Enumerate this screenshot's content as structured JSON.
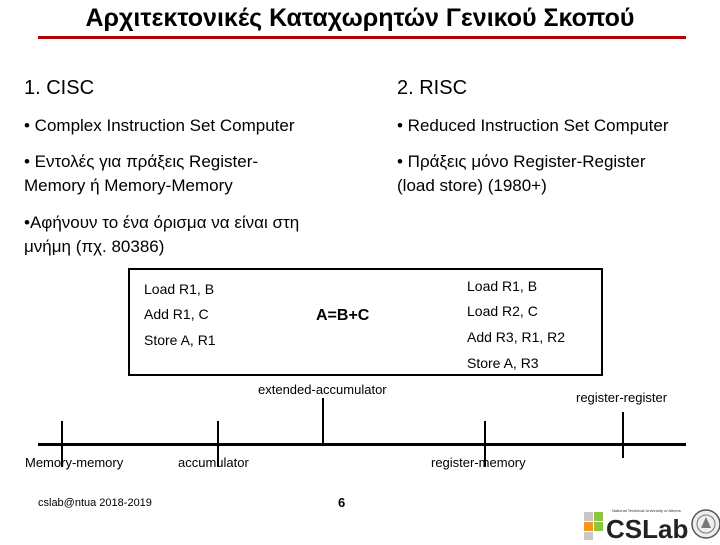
{
  "slide": {
    "title": "Αρχιτεκτονικές Καταχωρητών Γενικού Σκοπού",
    "left": {
      "heading": "1. CISC",
      "bullet1": "• Complex Instruction Set Computer",
      "bullet2_line1": "• Εντολές για πράξεις Register-",
      "bullet2_line2": "Memory ή Memory-Memory",
      "bullet3_line1": "•Αφήνουν το ένα όρισμα να είναι στη",
      "bullet3_line2": "μνήμη (πχ. 80386)"
    },
    "right": {
      "heading": "2. RISC",
      "bullet1": "• Reduced Instruction Set Computer",
      "bullet2_line1": "• Πράξεις μόνο Register-Register",
      "bullet2_line2": "(load store) (1980+)"
    },
    "example": {
      "expression": "A=B+C",
      "accumulator_code": [
        "Load R1, B",
        "Add R1, C",
        "Store A, R1"
      ],
      "register_code": [
        "Load R1, B",
        "Load R2, C",
        "Add R3, R1, R2",
        "Store A, R3"
      ]
    },
    "timeline": {
      "labels": {
        "memory_memory": "Memory-memory",
        "accumulator": "accumulator",
        "extended_accumulator": "extended-accumulator",
        "register_memory": "register-memory",
        "register_register": "register-register"
      }
    },
    "footer": {
      "course": "cslab@ntua 2018-2019",
      "page": "6",
      "logo_text": "CSLab",
      "logo_subtitle": "National Technical University of Athens"
    }
  }
}
